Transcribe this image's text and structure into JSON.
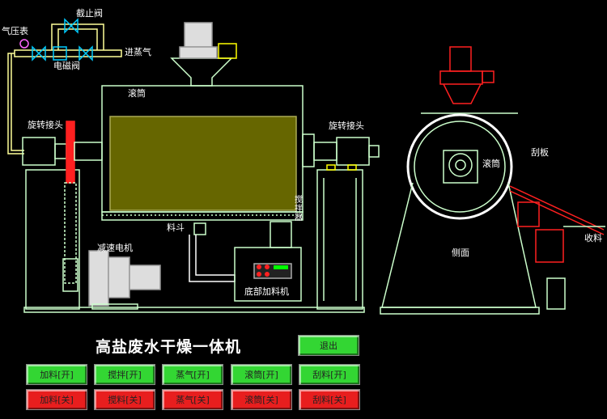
{
  "labels": {
    "shutoff_valve": "截止阀",
    "pressure_gauge": "气压表",
    "solenoid_valve": "电磁阀",
    "steam_inlet": "进蒸气",
    "drum_top": "滚筒",
    "rotary_joint_left": "旋转接头",
    "rotary_joint_right": "旋转接头",
    "agitator": "搅拌器",
    "hopper": "料斗",
    "gear_motor": "减速电机",
    "bottom_feeder": "底部加料机",
    "drum_side": "滚筒",
    "scraper": "刮板",
    "discharge": "收料",
    "side_view": "侧面"
  },
  "title": "高盐废水干燥一体机",
  "exit_button": "退出",
  "buttons_on": [
    "加料[开]",
    "搅拌[开]",
    "蒸气[开]",
    "滚筒[开]",
    "刮料[开]"
  ],
  "buttons_off": [
    "加料[关]",
    "搅料[关]",
    "蒸气[关]",
    "滚筒[关]",
    "刮料[关]"
  ],
  "colors": {
    "frame": "#ccffcc",
    "pipe": "#ffff99",
    "valve": "#00ccff",
    "tank_fill": "#666600",
    "motor": "#dddddd",
    "red_part": "#ff2020",
    "button_on": "#33d633",
    "button_off": "#e81e1e"
  }
}
